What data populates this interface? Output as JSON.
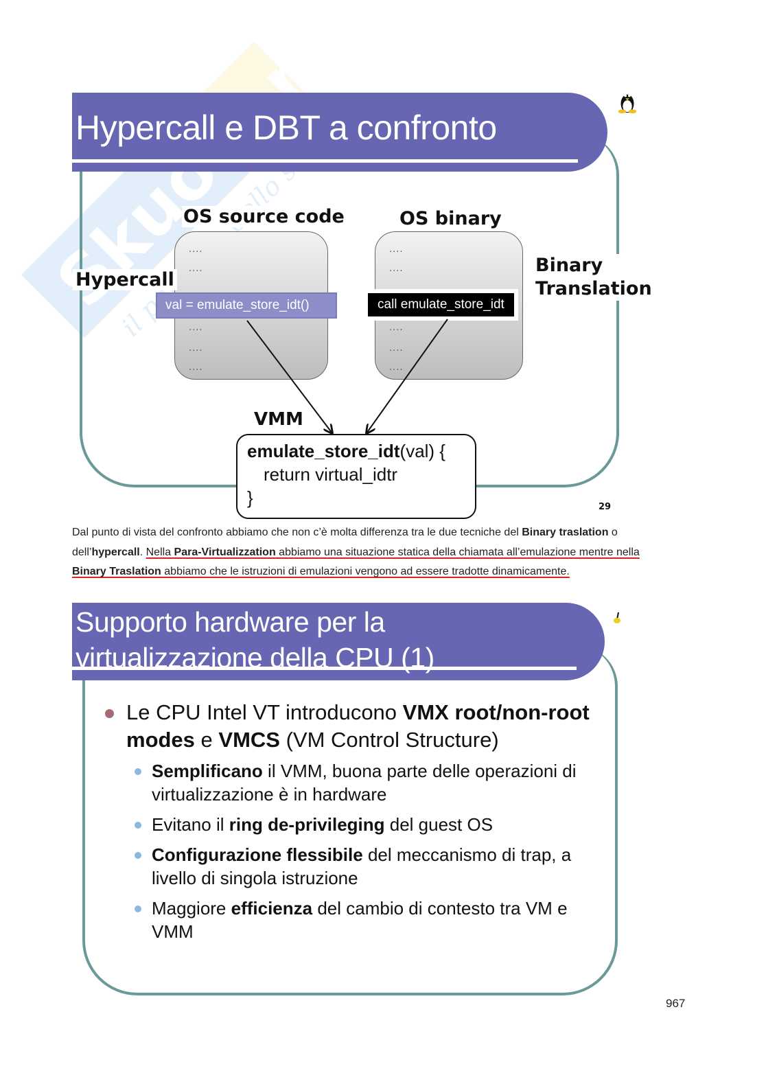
{
  "slide1": {
    "title": "Hypercall e DBT a confronto",
    "left_label": "Hypercall",
    "source_label": "OS source code",
    "binary_label": "OS binary",
    "right_label_line1": "Binary",
    "right_label_line2": "Translation",
    "dots": "....",
    "hypercall_code": "val = emulate_store_idt()",
    "binary_code": "call emulate_store_idt",
    "vmm_label": "VMM",
    "vmm_code": {
      "func_name": "emulate_store_idt",
      "func_args": "(val) {",
      "body": "return virtual_idtr",
      "close": "}"
    },
    "slide_number": "29",
    "icon": "tux-penguin-icon"
  },
  "paragraph": {
    "p1": "Dal punto di vista del confronto abbiamo che non c’è molta differenza tra le due tecniche del ",
    "b1": "Binary traslation",
    "p2": " o dell’",
    "b2": "hypercall",
    "p3": ". ",
    "u1": "Nella ",
    "ub1": "Para-Virtualizzation",
    "u2": " abbiamo una situazione statica della chiamata all’emulazione mentre nella ",
    "ub2": "Binary Traslation",
    "u3": " abbiamo che le istruzioni di emulazioni vengono ad essere tradotte dinamicamente."
  },
  "slide2": {
    "title_line1": "Supporto hardware per la",
    "title_line2": "virtualizzazione della CPU (1)",
    "bullet1": {
      "t1": "Le CPU Intel VT introducono ",
      "b1": "VMX root/non-root modes",
      "t2": " e ",
      "b2": "VMCS",
      "t3": " (VM Control Structure)"
    },
    "sub_bullets": [
      {
        "b": "Semplificano",
        "t": " il VMM, buona parte delle operazioni di virtualizzazione è in hardware"
      },
      {
        "pre": "Evitano il ",
        "b": "ring de-privileging",
        "t": " del guest OS"
      },
      {
        "b": "Configurazione flessibile",
        "t": " del meccanismo di trap, a livello di singola istruzione"
      },
      {
        "pre": "Maggiore ",
        "b": "efficienza",
        "t": " del cambio di contesto tra VM e VMM"
      }
    ]
  },
  "watermark": {
    "brand": "Skuola.net",
    "tagline": "il paradiso dello studio"
  },
  "page_number": "967"
}
